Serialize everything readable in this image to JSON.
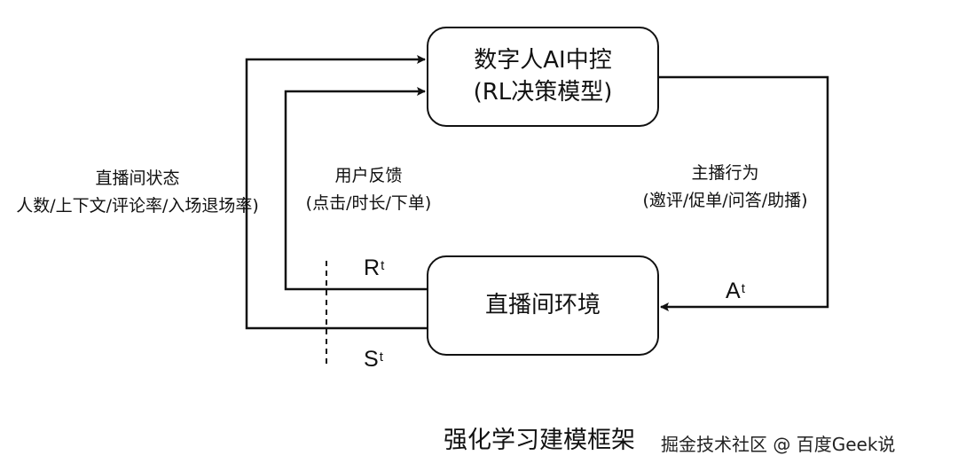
{
  "agent_box": {
    "line1": "数字人AI中控",
    "line2": "(RL决策模型)"
  },
  "env_box": {
    "label": "直播间环境"
  },
  "state_label": {
    "line1": "直播间状态",
    "line2": "人数/上下文/评论率/入场退场率)"
  },
  "feedback_label": {
    "line1": "用户反馈",
    "line2": "(点击/时长/下单)"
  },
  "action_label": {
    "line1": "主播行为",
    "line2": "(邀评/促单/问答/助播)"
  },
  "reward_symbol": {
    "letter": "R",
    "sub": "t"
  },
  "state_symbol": {
    "letter": "S",
    "sub": "t"
  },
  "action_symbol": {
    "letter": "A",
    "sub": "t"
  },
  "title": "强化学习建模框架",
  "watermark": "掘金技术社区 @ 百度Geek说"
}
